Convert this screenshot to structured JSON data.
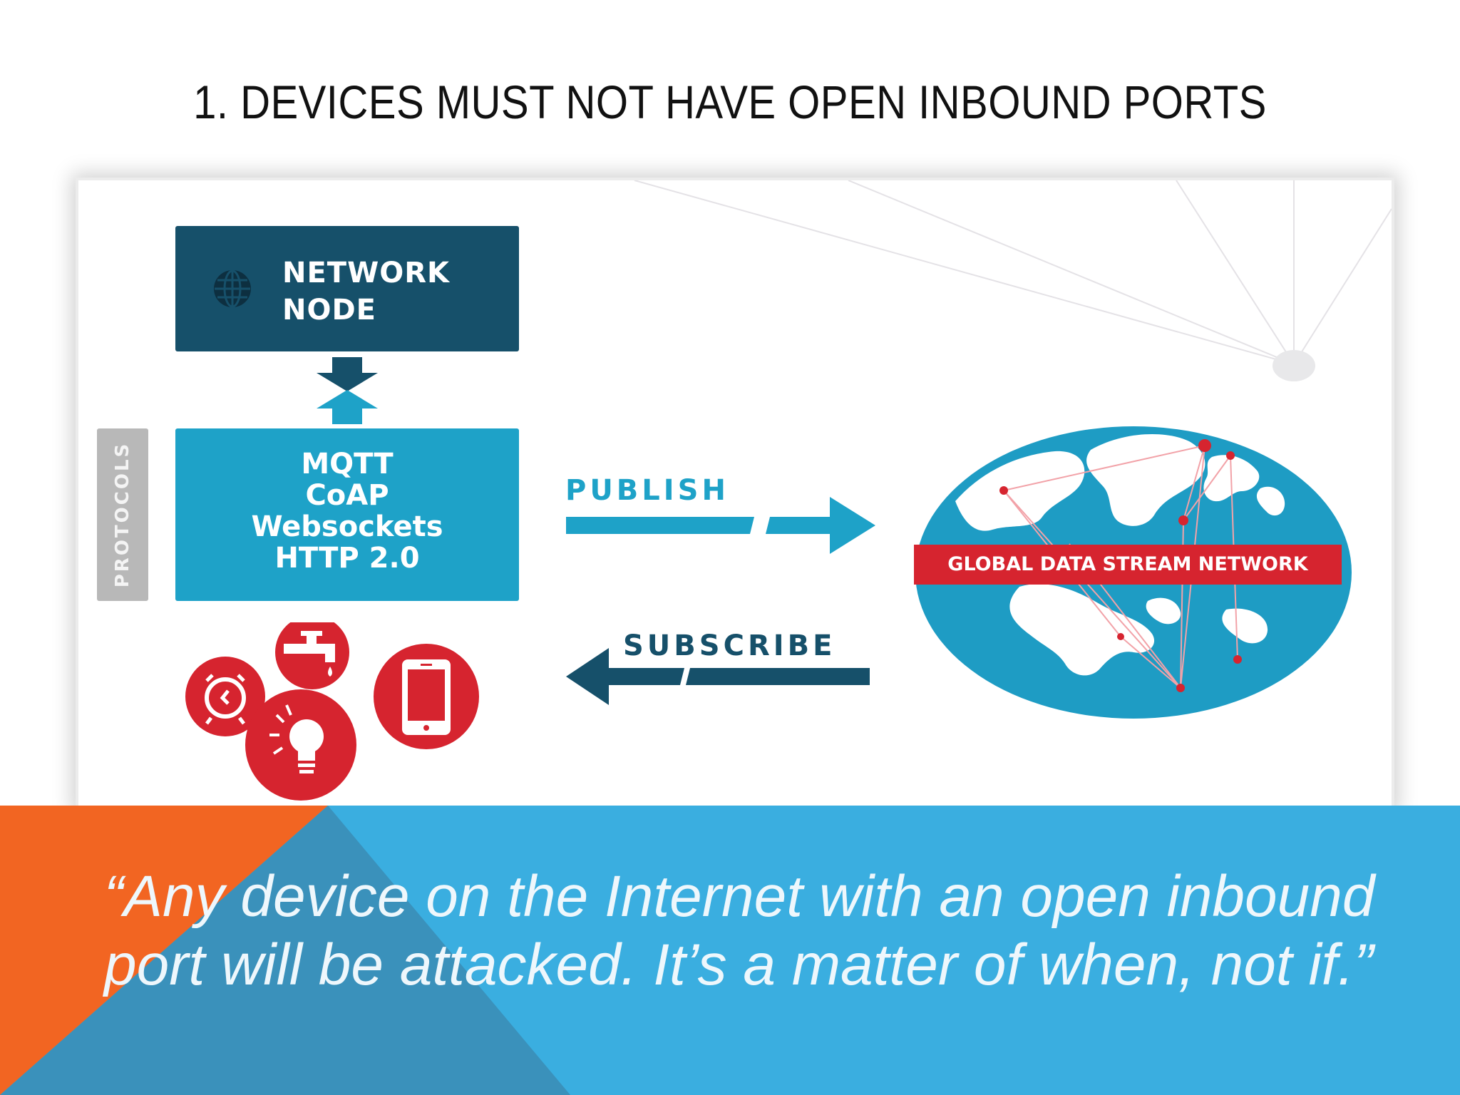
{
  "slide": {
    "title": "1. DEVICES MUST NOT HAVE OPEN INBOUND PORTS",
    "quote": "“Any device on the Internet with an open inbound port will be attacked. It’s a matter of when, not if.”"
  },
  "diagram": {
    "node_label_line1": "NETWORK",
    "node_label_line2": "NODE",
    "protocols_tab_label": "PROTOCOLS",
    "protocols": [
      "MQTT",
      "CoAP",
      "Websockets",
      "HTTP 2.0"
    ],
    "publish_label": "PUBLISH",
    "subscribe_label": "SUBSCRIBE",
    "network_banner": "GLOBAL DATA STREAM NETWORK",
    "device_icons": [
      "alarm-clock-icon",
      "water-tap-icon",
      "tablet-icon",
      "light-bulb-icon"
    ]
  },
  "colors": {
    "dark_teal": "#16506a",
    "light_blue": "#1ea2c8",
    "red": "#d6242f",
    "footer_blue": "#3aaee0",
    "footer_orange": "#f26522"
  }
}
